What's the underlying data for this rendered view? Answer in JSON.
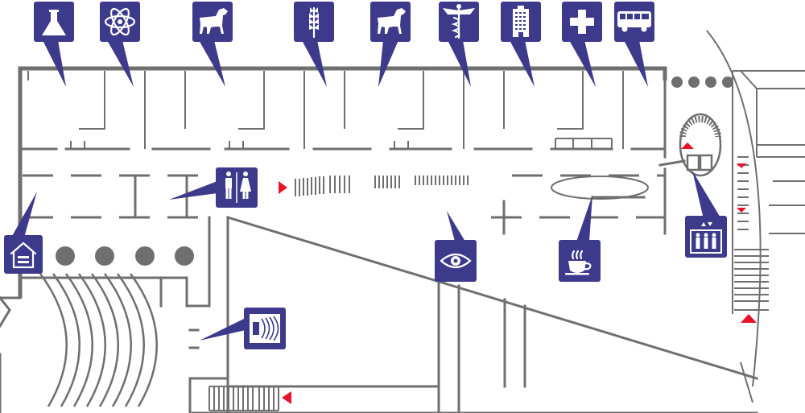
{
  "map": {
    "colors": {
      "wall": "#6f6f6f",
      "marker": "#3d3a8c",
      "arrow": "#e8132b",
      "background": "#ffffff"
    },
    "markers": [
      {
        "id": "chemistry",
        "icon": "flask-icon"
      },
      {
        "id": "physics",
        "icon": "atom-icon"
      },
      {
        "id": "veterinary",
        "icon": "horse-icon"
      },
      {
        "id": "agriculture",
        "icon": "wheat-icon"
      },
      {
        "id": "veterinary-2",
        "icon": "horse-icon"
      },
      {
        "id": "medicine",
        "icon": "caduceus-icon"
      },
      {
        "id": "building",
        "icon": "skyscraper-icon"
      },
      {
        "id": "first-aid",
        "icon": "cross-icon"
      },
      {
        "id": "transport",
        "icon": "bus-icon"
      },
      {
        "id": "toilets",
        "icon": "restroom-icon"
      },
      {
        "id": "home",
        "icon": "home-icon"
      },
      {
        "id": "viewpoint",
        "icon": "eye-icon"
      },
      {
        "id": "cafe",
        "icon": "coffee-cup-icon"
      },
      {
        "id": "elevator",
        "icon": "elevator-icon"
      },
      {
        "id": "sound",
        "icon": "audio-loop-icon"
      }
    ],
    "arrows": [
      "right",
      "up",
      "left",
      "down",
      "down",
      "up"
    ]
  }
}
